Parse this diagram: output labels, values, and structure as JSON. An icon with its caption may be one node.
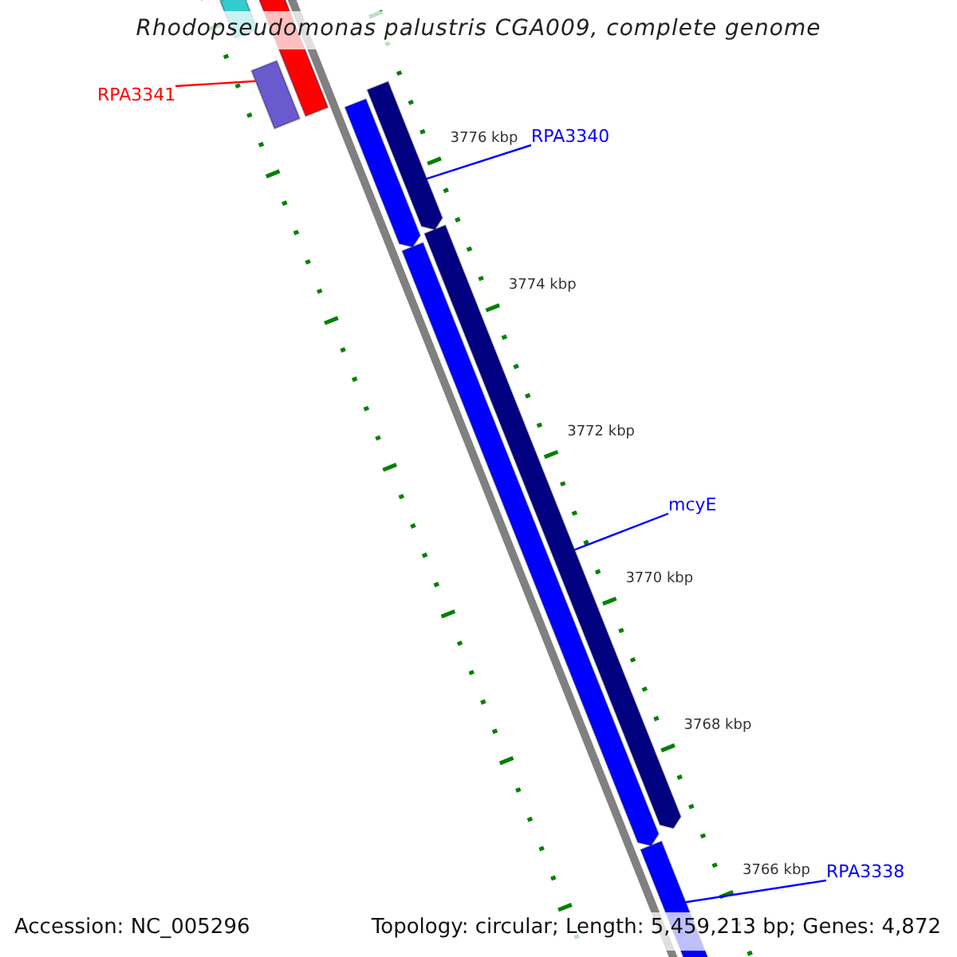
{
  "diagram": {
    "title": "Rhodopseudomonas palustris CGA009, complete genome",
    "nodes": [
      {
        "text": [
          "RPA3341"
        ]
      },
      {
        "text": [],
        "shape": "bar"
      },
      {
        "text": [
          "RPA3340"
        ]
      },
      {
        "text": [],
        "shape": "bar"
      },
      {
        "text": [
          "mcyE"
        ]
      },
      {
        "text": [],
        "shape": "bar"
      },
      {
        "text": [
          "RPA3338"
        ]
      },
      {
        "text": [],
        "shape": "bar"
      },
      {
        "text": [],
        "shape": "bar"
      },
      {
        "text": [],
        "shape": "bar"
      },
      {
        "text": [],
        "shape": "bar"
      },
      {
        "text": [],
        "shape": "bar"
      }
    ],
    "edges": [
      {
        "from": 0,
        "to": 1,
        "arrow": "none",
        "color": "#ff0000"
      },
      {
        "from": 2,
        "to": 3,
        "arrow": "none"
      },
      {
        "from": 4,
        "to": 5,
        "arrow": "none"
      },
      {
        "from": 6,
        "to": 11,
        "arrow": "none"
      }
    ],
    "labels": [
      "3776 kbp",
      "3774 kbp",
      "3772 kbp",
      "3770 kbp",
      "3768 kbp",
      "3766 kbp",
      "Accession: NC_005296",
      "Topology: circular; Length: 5,459,213 bp; Genes: 4,872"
    ]
  }
}
